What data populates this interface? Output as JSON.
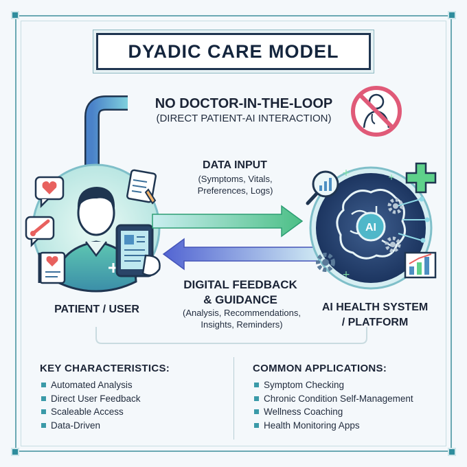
{
  "title": "DYADIC CARE MODEL",
  "loop": {
    "title": "NO DOCTOR-IN-THE-LOOP",
    "subtitle": "(DIRECT PATIENT-AI INTERACTION)"
  },
  "data_input": {
    "title": "DATA INPUT",
    "line1": "(Symptoms, Vitals,",
    "line2": "Preferences, Logs)"
  },
  "feedback": {
    "title_line1": "DIGITAL FEEDBACK",
    "title_line2": "& GUIDANCE",
    "line1": "(Analysis, Recommendations,",
    "line2": "Insights, Reminders)"
  },
  "patient": {
    "label": "PATIENT / USER",
    "badge": ""
  },
  "ai_system": {
    "label_line1": "AI HEALTH SYSTEM",
    "label_line2": "/ PLATFORM",
    "core_text": "AI"
  },
  "key_characteristics": {
    "title": "KEY CHARACTERISTICS:",
    "items": [
      "Automated Analysis",
      "Direct User Feedback",
      "Scaleable Access",
      "Data-Driven"
    ]
  },
  "common_applications": {
    "title": "COMMON APPLICATIONS:",
    "items": [
      "Symptom Checking",
      "Chronic Condition Self-Management",
      "Wellness Coaching",
      "Health Monitoring Apps"
    ]
  },
  "colors": {
    "accent_teal": "#3a9aa8",
    "arrow_green": "#5cc08a",
    "arrow_blue": "#5b6fd6",
    "title_border": "#1f3550",
    "no_sign_red": "#e05a78"
  },
  "icons": [
    "heart-chat-icon",
    "clipboard-icon",
    "thermometer-icon",
    "health-journal-icon",
    "tablet-icon",
    "magnifier-chart-icon",
    "medical-cross-icon",
    "gear-icon",
    "bar-chart-icon",
    "no-doctor-icon",
    "brain-circuit-icon"
  ]
}
